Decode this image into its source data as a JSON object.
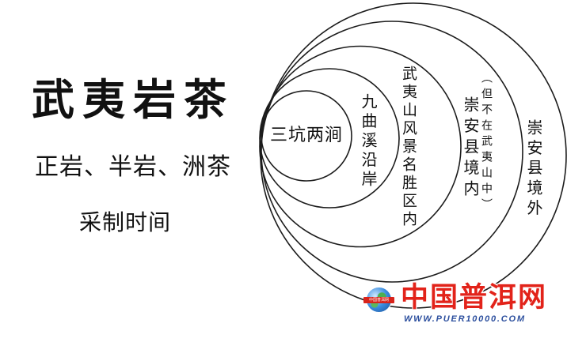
{
  "title": "武夷岩茶",
  "subtitle": "正岩、半岩、洲茶",
  "caption": "采制时间",
  "diagram": {
    "rings": [
      {
        "label": "三坑两涧"
      },
      {
        "label": "九曲溪沿岸"
      },
      {
        "label": "武夷山风景名胜区内"
      },
      {
        "label": "崇安县境内",
        "note": "（但不在武夷山中）"
      },
      {
        "label": "崇安县境外"
      }
    ]
  },
  "watermark": {
    "logo_text": "中国普洱网",
    "name": "中国普洱网",
    "url": "WWW.PUER10000.COM"
  },
  "colors": {
    "background": "#ffffff",
    "text": "#111111",
    "ring_line": "#1c1c1c",
    "watermark_name": "#e2231a",
    "watermark_url": "#2c4f9e",
    "logo_banner": "#d8231b"
  }
}
